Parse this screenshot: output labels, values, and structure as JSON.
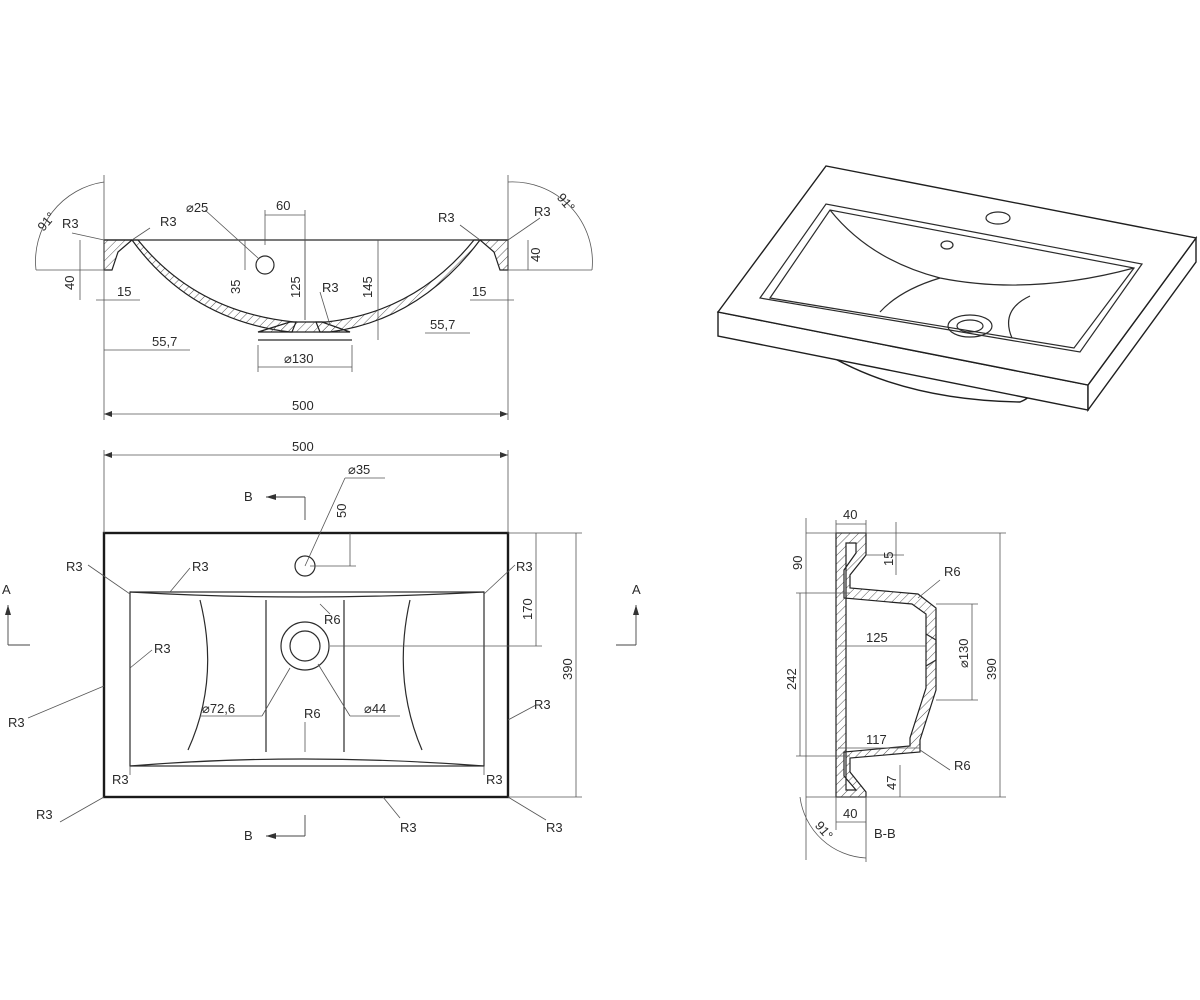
{
  "front_view": {
    "angle_left": "91°",
    "angle_right": "91°",
    "r_top_left_outer": "R3",
    "r_top_left_inner": "R3",
    "r_top_right_inner": "R3",
    "r_top_right_outer": "R3",
    "diam_tap": "⌀25",
    "dim_60": "60",
    "dim_35": "35",
    "dim_125": "125",
    "r_drain": "R3",
    "dim_145": "145",
    "dim_40_left": "40",
    "dim_40_right": "40",
    "dim_15_left": "15",
    "dim_15_right": "15",
    "dim_557_left": "55,7",
    "dim_557_right": "55,7",
    "diam_drain": "⌀130",
    "width": "500"
  },
  "top_view": {
    "width": "500",
    "diam_tap": "⌀35",
    "dim_50": "50",
    "section_b_top": "B",
    "section_b_bottom": "B",
    "section_a_left": "A",
    "section_a_right": "A",
    "r_outer_left": "R3",
    "r_inner_top": "R3",
    "r_right_top": "R3",
    "dim_170": "170",
    "r_drain": "R6",
    "dim_390": "390",
    "r_left_mid": "R3",
    "r_left_outer": "R3",
    "diam_726": "⌀72,6",
    "r_bottom_center": "R6",
    "diam_44": "⌀44",
    "r_right_mid": "R3",
    "r_bl_inner": "R3",
    "r_br_inner": "R3",
    "r_bl_outer": "R3",
    "r_bottom": "R3",
    "r_br_outer": "R3"
  },
  "section_view": {
    "dim_40_top": "40",
    "dim_90": "90",
    "dim_15": "15",
    "r6_top": "R6",
    "dim_125": "125",
    "dim_242": "242",
    "diam_130": "⌀130",
    "dim_390": "390",
    "dim_117": "117",
    "r6_bottom": "R6",
    "dim_47": "47",
    "dim_40_bottom": "40",
    "angle": "91°",
    "label": "B-B"
  }
}
